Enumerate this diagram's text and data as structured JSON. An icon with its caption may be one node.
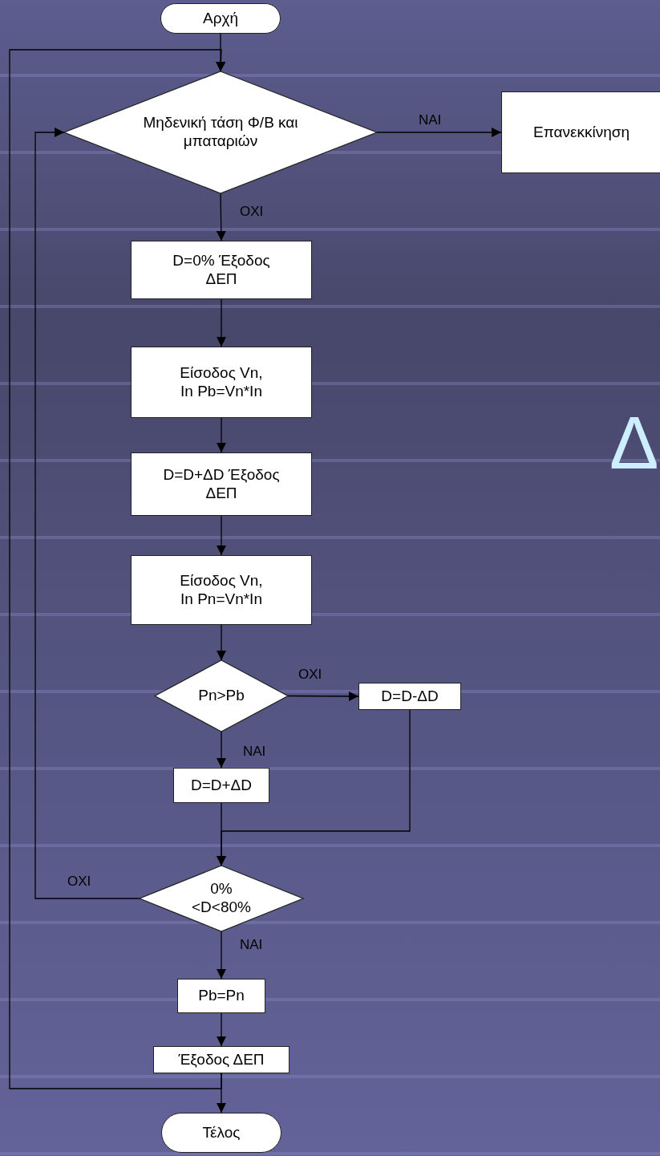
{
  "diagram": {
    "nodes": [
      {
        "text": [
          "Αρχή"
        ]
      },
      {
        "text": [
          "Μηδενική τάση Φ/Β και μπαταριών"
        ]
      },
      {
        "text": [
          "Επανεκκίνηση"
        ]
      },
      {
        "text": [
          "D=0% Έξοδος ΔΕΠ"
        ]
      },
      {
        "text": [
          "Είσοδος Vn, In Pb=Vn*In"
        ]
      },
      {
        "text": [
          "D=D+ΔD Έξοδος ΔΕΠ"
        ]
      },
      {
        "text": [
          "Είσοδος Vn, In Pn=Vn*In"
        ]
      },
      {
        "text": [
          "Pn>Pb"
        ]
      },
      {
        "text": [
          "D=D-ΔD"
        ]
      },
      {
        "text": [
          "D=D+ΔD"
        ]
      },
      {
        "text": [
          "0%<D<80%"
        ]
      },
      {
        "text": [
          "Pb=Pn"
        ]
      },
      {
        "text": [
          "Έξοδος ΔΕΠ"
        ]
      },
      {
        "text": [
          "Τέλος"
        ]
      }
    ],
    "edges": [
      {
        "from": 0,
        "to": 1,
        "arrow": "to"
      },
      {
        "from": 1,
        "to": 2,
        "arrow": "to",
        "label": "ΝΑΙ"
      },
      {
        "from": 1,
        "to": 3,
        "arrow": "to",
        "label": "ΟΧΙ"
      },
      {
        "from": 3,
        "to": 4,
        "arrow": "to"
      },
      {
        "from": 4,
        "to": 5,
        "arrow": "to"
      },
      {
        "from": 5,
        "to": 6,
        "arrow": "to"
      },
      {
        "from": 6,
        "to": 7,
        "arrow": "to"
      },
      {
        "from": 7,
        "to": 8,
        "arrow": "to",
        "label": "ΟΧΙ"
      },
      {
        "from": 7,
        "to": 9,
        "arrow": "to",
        "label": "ΝΑΙ"
      },
      {
        "from": 9,
        "to": 10,
        "arrow": "to"
      },
      {
        "from": 8,
        "to": 10,
        "arrow": "to"
      },
      {
        "from": 10,
        "to": 1,
        "arrow": "to",
        "label": "ΟΧΙ"
      },
      {
        "from": 10,
        "to": 11,
        "arrow": "to",
        "label": "ΝΑΙ"
      },
      {
        "from": 11,
        "to": 12,
        "arrow": "to"
      },
      {
        "from": 12,
        "to": 13,
        "arrow": "to"
      },
      {
        "from": 12,
        "to": 1,
        "arrow": "to"
      }
    ],
    "labels": [
      "Δ"
    ]
  }
}
